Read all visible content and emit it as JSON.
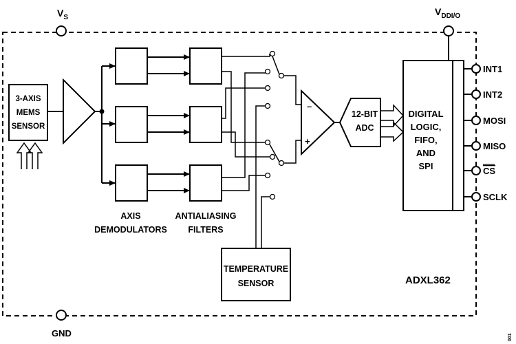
{
  "supply": {
    "vs": "V",
    "vs_sub": "S",
    "vddio": "V",
    "vddio_sub": "DDI/O"
  },
  "ground": "GND",
  "sensor": {
    "line1": "3-AXIS",
    "line2": "MEMS",
    "line3": "SENSOR"
  },
  "demod": {
    "line1": "AXIS",
    "line2": "DEMODULATORS"
  },
  "filters": {
    "line1": "ANTIALIASING",
    "line2": "FILTERS"
  },
  "temp": {
    "line1": "TEMPERATURE",
    "line2": "SENSOR"
  },
  "amp": {
    "minus": "–",
    "plus": "+"
  },
  "adc": {
    "line1": "12-BIT",
    "line2": "ADC"
  },
  "logic": {
    "line1": "DIGITAL",
    "line2": "LOGIC,",
    "line3": "FIFO,",
    "line4": "AND",
    "line5": "SPI"
  },
  "pins": [
    "INT1",
    "INT2",
    "MOSI",
    "MISO",
    "CS",
    "SCLK"
  ],
  "part": "ADXL362",
  "figure_id": "001"
}
